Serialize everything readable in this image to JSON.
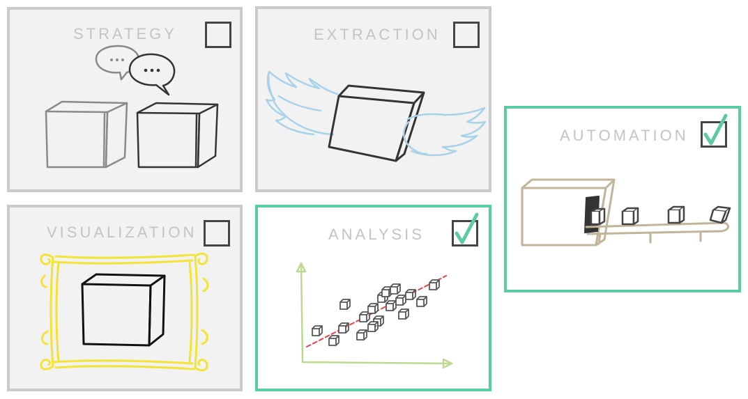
{
  "cards": [
    {
      "id": "strategy",
      "title": "STRATEGY",
      "checked": false
    },
    {
      "id": "extraction",
      "title": "EXTRACTION",
      "checked": false
    },
    {
      "id": "automation",
      "title": "AUTOMATION",
      "checked": true
    },
    {
      "id": "visualization",
      "title": "VISUALIZATION",
      "checked": false
    },
    {
      "id": "analysis",
      "title": "ANALYSIS",
      "checked": true
    }
  ],
  "colors": {
    "card_border": "#c7cbca",
    "card_background": "#f2f2f2",
    "checked_border": "#5ccaa5",
    "checkmark": "#5ccaa5",
    "title_text": "#c4c4c4",
    "wings": "#a8d2e8",
    "frame": "#f2e335",
    "conveyor": "#c1b49b",
    "trend_line": "#e04545",
    "axes": "#bcd98f"
  },
  "icons": {
    "strategy": "speech-bubble-boxes-icon",
    "extraction": "winged-box-icon",
    "automation": "conveyor-belt-icon",
    "visualization": "framed-box-icon",
    "analysis": "scatter-plot-boxes-icon"
  }
}
